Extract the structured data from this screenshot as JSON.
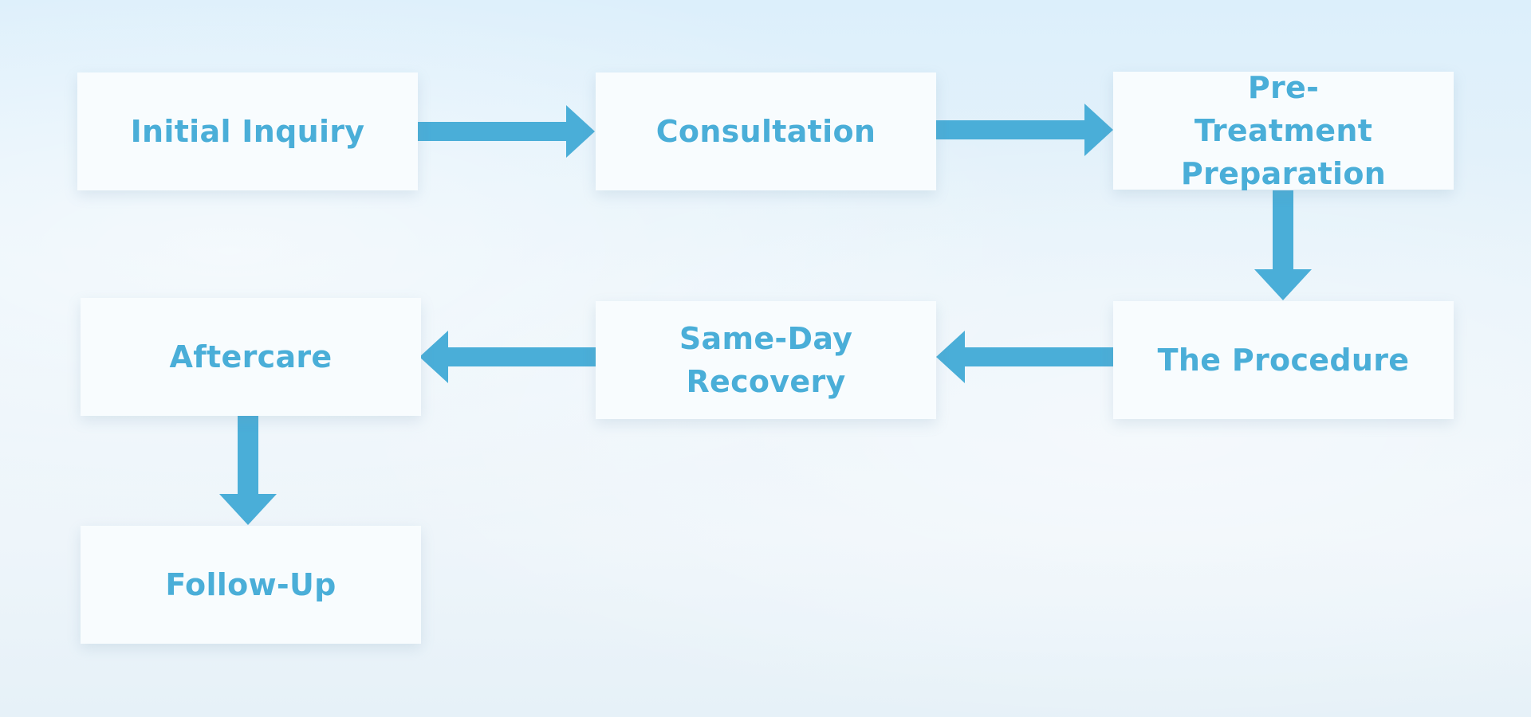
{
  "flow": {
    "steps": [
      {
        "label": "Initial Inquiry"
      },
      {
        "label": "Consultation"
      },
      {
        "label": "Pre-Treatment Preparation"
      },
      {
        "label": "The Procedure"
      },
      {
        "label": "Same-Day Recovery"
      },
      {
        "label": "Aftercare"
      },
      {
        "label": "Follow-Up"
      }
    ]
  },
  "colors": {
    "accent": "#4aaed8",
    "box": "#f8fcfe"
  }
}
